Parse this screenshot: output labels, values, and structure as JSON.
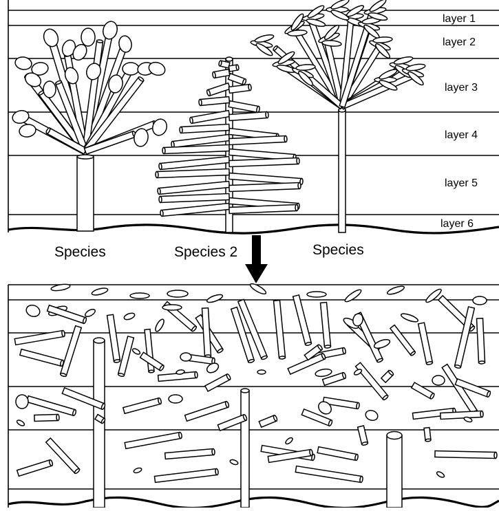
{
  "diagram": {
    "layers": [
      "layer 1",
      "layer 2",
      "layer 3",
      "layer 4",
      "layer 5",
      "layer 6"
    ],
    "species": [
      "Species",
      "Species 2",
      "Species"
    ]
  },
  "colors": {
    "stroke": "#000000",
    "background": "#ffffff"
  },
  "icons": {
    "arrow": "down-arrow-icon"
  }
}
